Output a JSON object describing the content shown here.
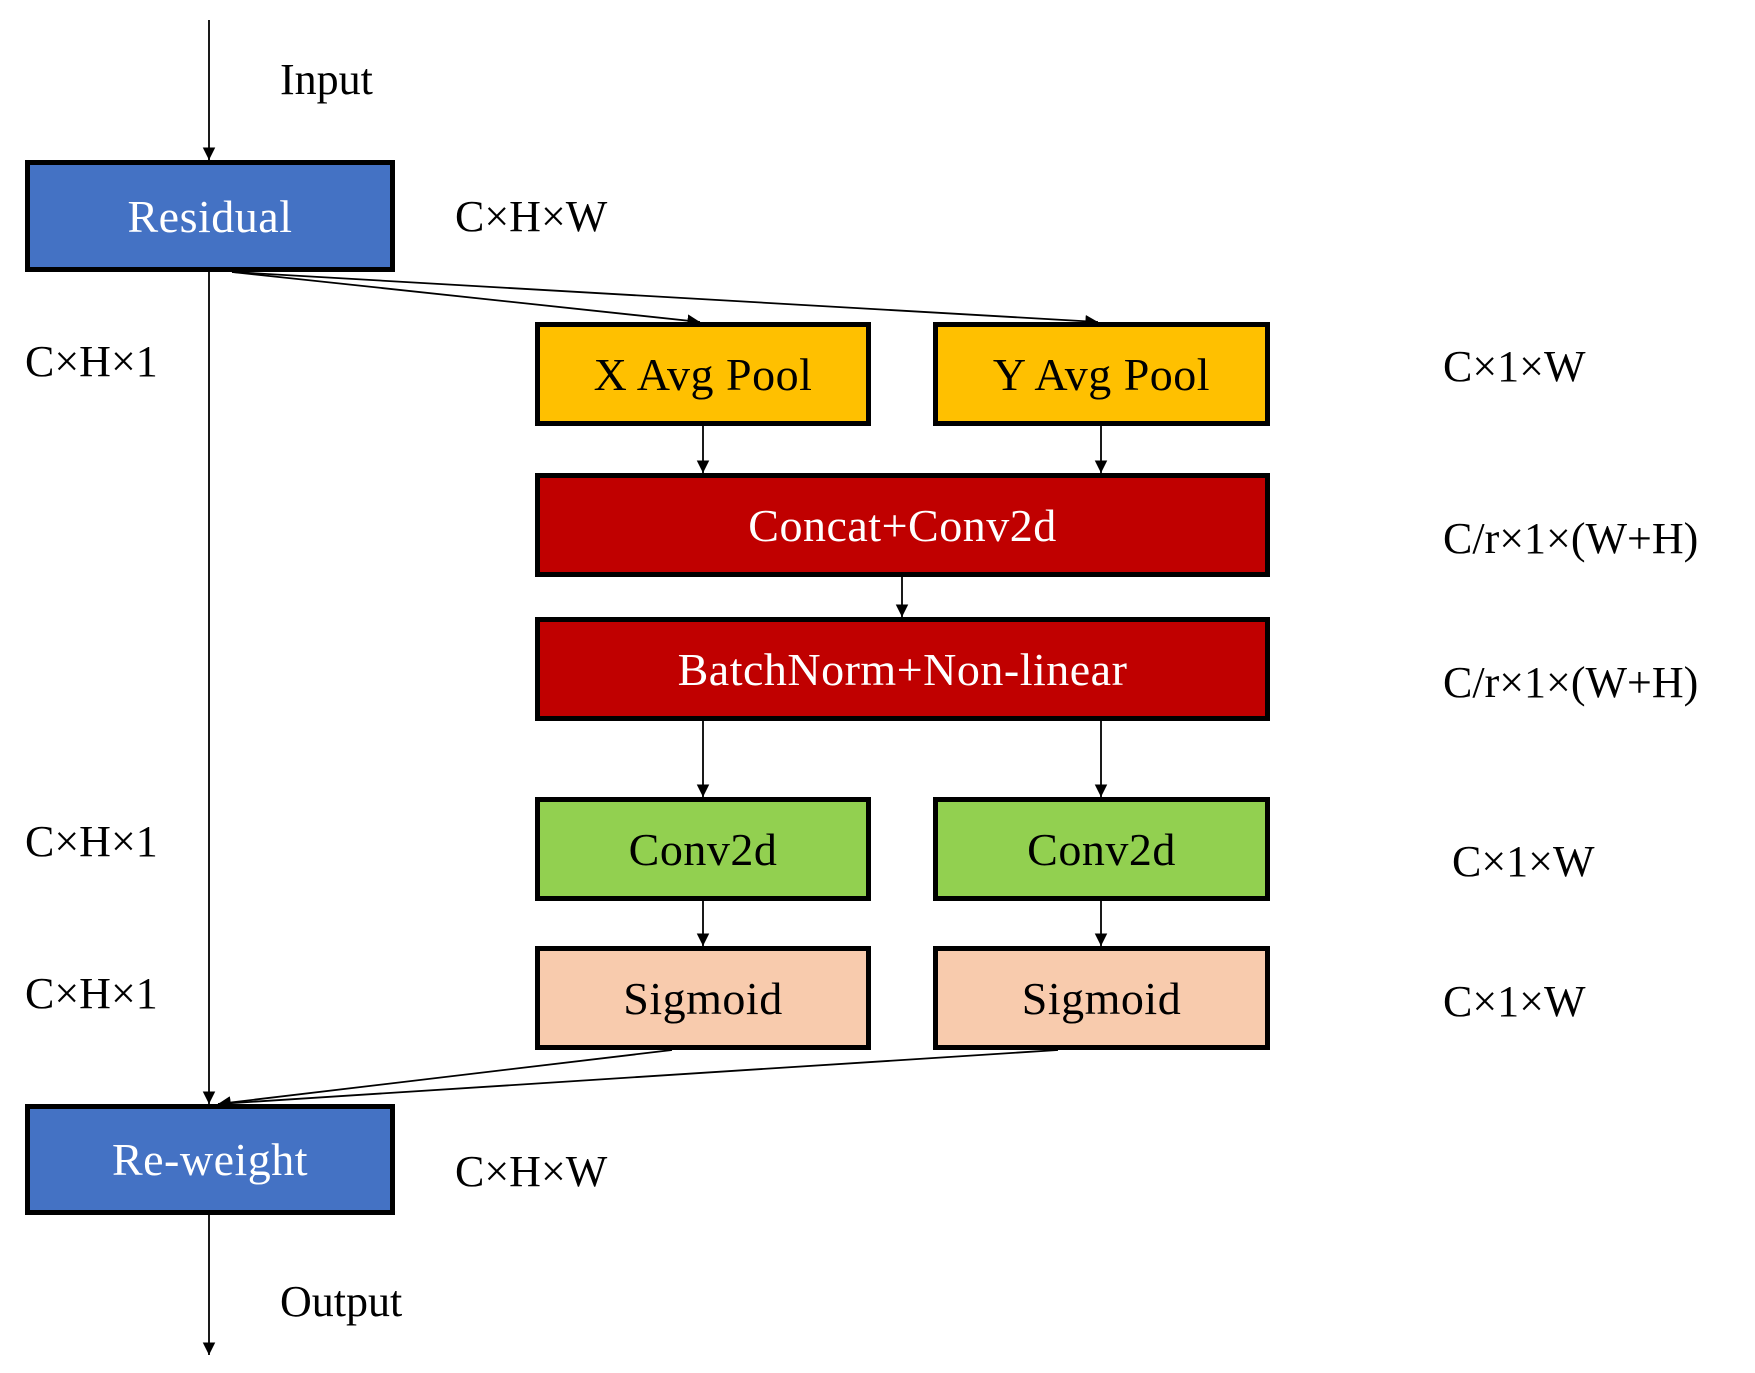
{
  "colors": {
    "blue": "#4472c4",
    "orange": "#ffc000",
    "red": "#c00000",
    "green": "#92d050",
    "peach": "#f8cbad"
  },
  "nodes": {
    "residual": "Residual",
    "x_avg_pool": "X Avg Pool",
    "y_avg_pool": "Y Avg Pool",
    "concat_conv2d": "Concat+Conv2d",
    "batchnorm": "BatchNorm+Non-linear",
    "conv2d_left": "Conv2d",
    "conv2d_right": "Conv2d",
    "sigmoid_left": "Sigmoid",
    "sigmoid_right": "Sigmoid",
    "reweight": "Re-weight"
  },
  "labels": {
    "input": "Input",
    "output": "Output",
    "residual_dim": "C×H×W",
    "left_dim_1": "C×H×1",
    "pool_right_dim": "C×1×W",
    "concat_dim": "C/r×1×(W+H)",
    "bn_dim": "C/r×1×(W+H)",
    "left_dim_2": "C×H×1",
    "conv_right_dim": "C×1×W",
    "left_dim_3": "C×H×1",
    "sigmoid_right_dim": "C×1×W",
    "reweight_dim": "C×H×W"
  }
}
